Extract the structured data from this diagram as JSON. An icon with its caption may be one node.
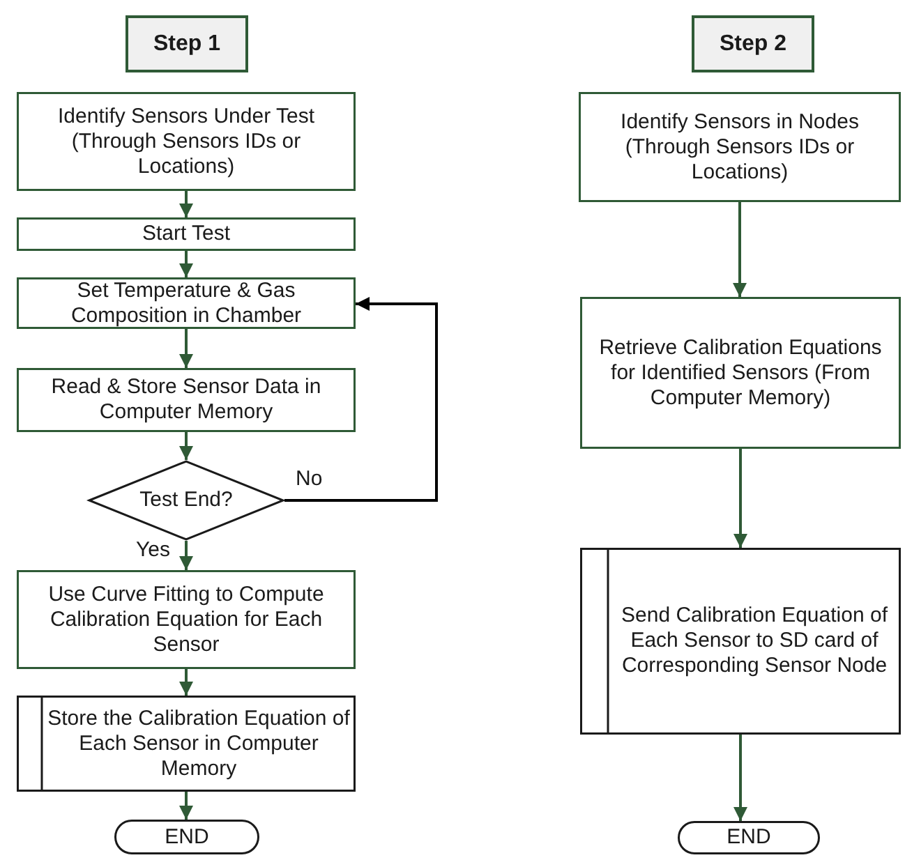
{
  "diagram": {
    "nodes": [
      {
        "text": [
          "Step 1"
        ]
      },
      {
        "text": [
          "Identify Sensors Under Test (Through Sensors IDs or Locations)"
        ]
      },
      {
        "text": [
          "Start Test"
        ]
      },
      {
        "text": [
          "Set  Temperature & Gas Composition in Chamber"
        ]
      },
      {
        "text": [
          "Read & Store Sensor Data in Computer Memory"
        ]
      },
      {
        "text": [
          "Test End?"
        ]
      },
      {
        "text": [
          "Use Curve Fitting to Compute Calibration Equation for Each Sensor"
        ]
      },
      {
        "text": [
          "Store the Calibration Equation of Each Sensor in Computer Memory"
        ]
      },
      {
        "text": [
          "END"
        ]
      },
      {
        "text": [
          "Step 2"
        ]
      },
      {
        "text": [
          "Identify Sensors in Nodes (Through Sensors IDs or Locations)"
        ]
      },
      {
        "text": [
          "Retrieve Calibration Equations for Identified Sensors (From Computer Memory)"
        ]
      },
      {
        "text": [
          "Send Calibration Equation of Each Sensor to SD card of Corresponding Sensor Node"
        ]
      },
      {
        "text": [
          "END"
        ]
      }
    ],
    "edges": [
      {
        "from": 1,
        "to": 2,
        "arrow": "to"
      },
      {
        "from": 2,
        "to": 3,
        "arrow": "to"
      },
      {
        "from": 3,
        "to": 4,
        "arrow": "to"
      },
      {
        "from": 4,
        "to": 5,
        "arrow": "to"
      },
      {
        "from": 5,
        "to": 6,
        "arrow": "to",
        "label": "Yes"
      },
      {
        "from": 5,
        "to": 3,
        "arrow": "to",
        "label": "No",
        "color": "#000000"
      },
      {
        "from": 6,
        "to": 7,
        "arrow": "to"
      },
      {
        "from": 7,
        "to": 8,
        "arrow": "to"
      },
      {
        "from": 10,
        "to": 11,
        "arrow": "to"
      },
      {
        "from": 11,
        "to": 12,
        "arrow": "to"
      },
      {
        "from": 12,
        "to": 13,
        "arrow": "to"
      }
    ]
  }
}
